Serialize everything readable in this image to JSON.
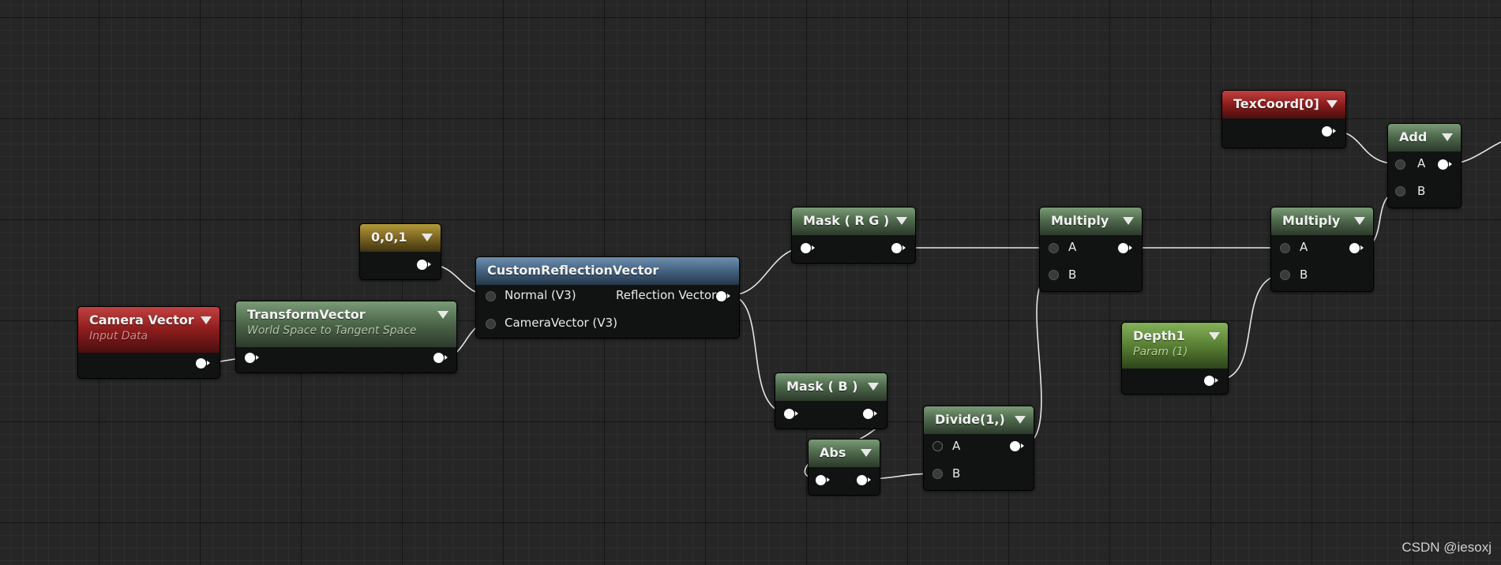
{
  "app": {
    "watermark": "CSDN @iesoxj"
  },
  "colors": {
    "wire": "#e6e6e6",
    "graph_background": "#262626"
  },
  "nodes": {
    "camera_vector": {
      "title": "Camera Vector",
      "subtitle": "Input Data"
    },
    "transform_vector": {
      "title": "TransformVector",
      "subtitle": "World Space to Tangent Space"
    },
    "constant_001": {
      "title": "0,0,1"
    },
    "custom_reflection": {
      "title": "CustomReflectionVector",
      "in_normal": "Normal (V3)",
      "in_camera": "CameraVector (V3)",
      "out_reflection": "Reflection Vector"
    },
    "mask_rg": {
      "title": "Mask ( R G )"
    },
    "mask_b": {
      "title": "Mask ( B )"
    },
    "abs": {
      "title": "Abs"
    },
    "divide": {
      "title": "Divide(1,)",
      "in_a": "A",
      "in_b": "B"
    },
    "multiply_1": {
      "title": "Multiply",
      "in_a": "A",
      "in_b": "B"
    },
    "depth1": {
      "title": "Depth1",
      "subtitle": "Param (1)"
    },
    "multiply_2": {
      "title": "Multiply",
      "in_a": "A",
      "in_b": "B"
    },
    "texcoord": {
      "title": "TexCoord[0]"
    },
    "add": {
      "title": "Add",
      "in_a": "A",
      "in_b": "B"
    }
  }
}
